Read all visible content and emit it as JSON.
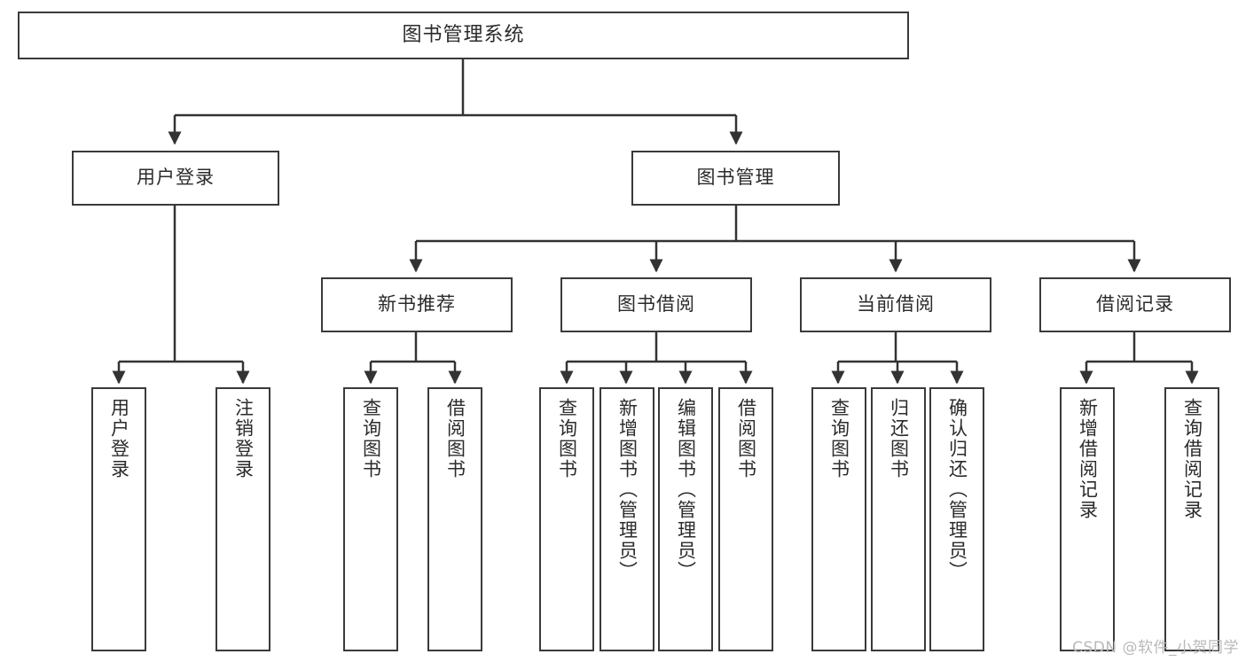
{
  "diagram": {
    "title": "图书管理系统",
    "type": "tree",
    "watermark": "CSDN @软件_小贺同学",
    "colors": {
      "box_border": "#3a3a3a",
      "box_fill": "#ffffff",
      "connector": "#333333",
      "text": "#2b2b2b",
      "watermark": "#b9b9b9"
    },
    "levels": {
      "root": "图书管理系统",
      "level2": [
        "用户登录",
        "图书管理"
      ],
      "level3": [
        "新书推荐",
        "图书借阅",
        "当前借阅",
        "借阅记录"
      ]
    },
    "nodes": {
      "root": {
        "label": "图书管理系统"
      },
      "user_login": {
        "label": "用户登录"
      },
      "book_manage": {
        "label": "图书管理"
      },
      "new_book_rec": {
        "label": "新书推荐"
      },
      "book_borrow": {
        "label": "图书借阅"
      },
      "current_borrow": {
        "label": "当前借阅"
      },
      "borrow_record": {
        "label": "借阅记录"
      }
    },
    "leaves": {
      "user_login": [
        {
          "label": "用户登录"
        },
        {
          "label": "注销登录"
        }
      ],
      "new_book_rec": [
        {
          "label": "查询图书"
        },
        {
          "label": "借阅图书"
        }
      ],
      "book_borrow": [
        {
          "label": "查询图书"
        },
        {
          "label": "新增图书（管理员）"
        },
        {
          "label": "编辑图书（管理员）"
        },
        {
          "label": "借阅图书"
        }
      ],
      "current_borrow": [
        {
          "label": "查询图书"
        },
        {
          "label": "归还图书"
        },
        {
          "label": "确认归还（管理员）"
        }
      ],
      "borrow_record": [
        {
          "label": "新增借阅记录"
        },
        {
          "label": "查询借阅记录"
        }
      ]
    }
  }
}
